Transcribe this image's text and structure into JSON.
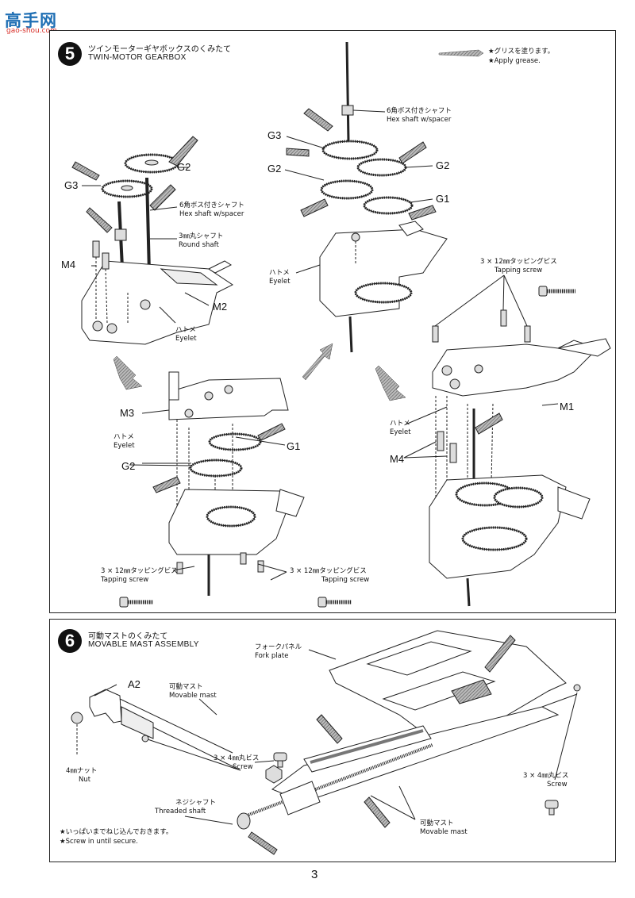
{
  "watermark": {
    "logo": "高手网",
    "url": "gao-shou.com"
  },
  "grease_note": {
    "jp": "★グリスを塗ります。",
    "en": "★Apply grease."
  },
  "step5": {
    "number": "5",
    "title_jp": "ツインモーターギヤボックスのくみたて",
    "title_en": "TWIN-MOTOR GEARBOX",
    "labels": {
      "g3_a": "G3",
      "g2_a": "G2",
      "m4_a": "M4",
      "m2": "M2",
      "m3": "M3",
      "g1_b": "G1",
      "g2_b": "G2",
      "g3_c": "G3",
      "g2_c1": "G2",
      "g2_c2": "G2",
      "g1_c": "G1",
      "m1": "M1",
      "m4_d": "M4"
    },
    "captions": {
      "hex_a_jp": "6角ボス付きシャフト",
      "hex_a_en": "Hex shaft w/spacer",
      "round_jp": "3㎜丸シャフト",
      "round_en": "Round shaft",
      "eyelet_a_jp": "ハトメ",
      "eyelet_a_en": "Eyelet",
      "eyelet_b_jp": "ハトメ",
      "eyelet_b_en": "Eyelet",
      "tap_b1_jp": "3 × 12㎜タッピングビス",
      "tap_b1_en": "Tapping screw",
      "tap_b2_jp": "3 × 12㎜タッピングビス",
      "tap_b2_en": "Tapping screw",
      "hex_c_jp": "6角ボス付きシャフト",
      "hex_c_en": "Hex shaft w/spacer",
      "eyelet_c_jp": "ハトメ",
      "eyelet_c_en": "Eyelet",
      "tap_d_jp": "3 × 12㎜タッピングビス",
      "tap_d_en": "Tapping screw",
      "eyelet_d_jp": "ハトメ",
      "eyelet_d_en": "Eyelet"
    }
  },
  "step6": {
    "number": "6",
    "title_jp": "可動マストのくみたて",
    "title_en": "MOVABLE MAST ASSEMBLY",
    "labels": {
      "a2": "A2"
    },
    "captions": {
      "mast_a_jp": "可動マスト",
      "mast_a_en": "Movable mast",
      "nut_jp": "4㎜ナット",
      "nut_en": "Nut",
      "fork_jp": "フォークパネル",
      "fork_en": "Fork plate",
      "screw_a_jp": "3 × 4㎜丸ビス",
      "screw_a_en": "Screw",
      "thread_jp": "ネジシャフト",
      "thread_en": "Threaded shaft",
      "mast_b_jp": "可動マスト",
      "mast_b_en": "Movable mast",
      "screw_b_jp": "3 × 4㎜丸ビス",
      "screw_b_en": "Screw"
    },
    "note_jp": "★いっぱいまでねじ込んでおきます。",
    "note_en": "★Screw in until secure."
  },
  "page_number": "3"
}
